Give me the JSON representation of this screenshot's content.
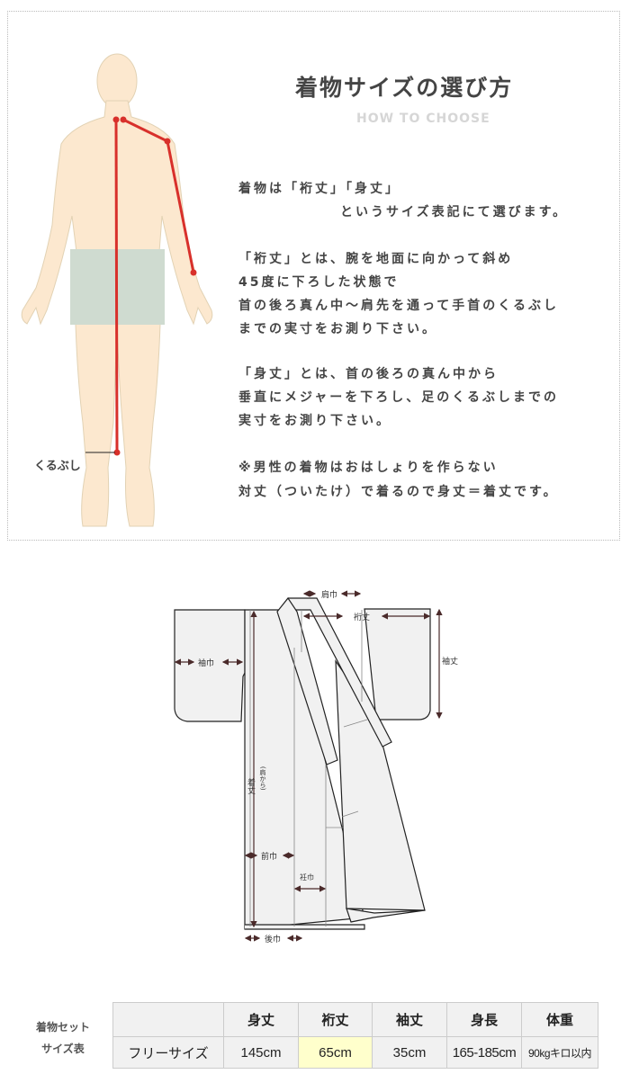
{
  "howto": {
    "title": "着物サイズの選び方",
    "subtitle": "HOW TO CHOOSE",
    "paragraphs": [
      [
        "着物は「裄丈」「身丈」",
        "というサイズ表記にて選びます。"
      ],
      [
        "「裄丈」とは、腕を地面に向かって斜め",
        "45度に下ろした状態で",
        "首の後ろ真ん中〜肩先を通って手首のくるぶし",
        "までの実寸をお測り下さい。"
      ],
      [
        "「身丈」とは、首の後ろの真ん中から",
        "垂直にメジャーを下ろし、足のくるぶしまでの",
        "実寸をお測り下さい。"
      ],
      [
        "※男性の着物はおはしょりを作らない",
        "対丈（ついたけ）で着るので身丈＝着丈です。"
      ]
    ],
    "body_label": "くるぶし",
    "measure_color": "#d8302b"
  },
  "diagram": {
    "labels": {
      "kata": "肩巾",
      "yuki": "裄丈",
      "sode_haba": "袖巾",
      "sode_take": "袖丈",
      "kitake": "着丈",
      "kitake_note": "(肩から)",
      "maehaba": "前巾",
      "okumi": "衽巾",
      "ushiro": "後巾"
    }
  },
  "size_table": {
    "label_lines": [
      "着物セット",
      "サイズ表"
    ],
    "headers": [
      "",
      "身丈",
      "裄丈",
      "袖丈",
      "身長",
      "体重"
    ],
    "rows": [
      [
        "フリーサイズ",
        "145cm",
        "65cm",
        "35cm",
        "165-185cm",
        "90kgキロ以内"
      ]
    ],
    "highlight_color": "#ffffcc"
  }
}
